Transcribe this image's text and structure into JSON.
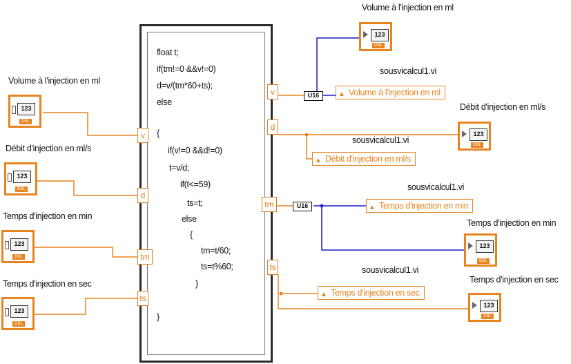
{
  "controls": [
    {
      "label": "Volume à l'injection en ml",
      "value": "123",
      "rep": "DBL",
      "terminal": "v"
    },
    {
      "label": "Débit d'injection en ml/s",
      "value": "123",
      "rep": "DBL",
      "terminal": "d"
    },
    {
      "label": "Temps d'injection en min",
      "value": "123",
      "rep": "DBL",
      "terminal": "tm"
    },
    {
      "label": "Temps d'injection en sec",
      "value": "123",
      "rep": "DBL",
      "terminal": "ts"
    }
  ],
  "formula_node": {
    "lines": [
      "float t;",
      "if(tm!=0 &&v!=0)",
      "d=v/(tm*60+ts);",
      "else",
      "{",
      "if(v!=0 &&d!=0)",
      "t=v/d;",
      "if(t<=59)",
      "ts=t;",
      "else",
      "{",
      "tm=t/60;",
      "ts=t%60;",
      "}",
      "}"
    ],
    "outputs": [
      "v",
      "d",
      "tm",
      "ts"
    ]
  },
  "indicators": [
    {
      "label": "Volume à l'injection en ml",
      "value": "123",
      "rep": "DBL"
    },
    {
      "label": "Débit d'injection en ml/s",
      "value": "123",
      "rep": "DBL"
    },
    {
      "label": "Temps d'injection en min",
      "value": "123",
      "rep": "DBL"
    },
    {
      "label": "Temps d'injection en sec",
      "value": "123",
      "rep": "DBL"
    }
  ],
  "local_variables": [
    {
      "vi": "sousvicalcul1.vi",
      "label": "Volume à l'injection en ml"
    },
    {
      "vi": "sousvicalcul1.vi",
      "label": "Débit d'injection en ml/s"
    },
    {
      "vi": "sousvicalcul1.vi",
      "label": "Temps d'injection en min"
    },
    {
      "vi": "sousvicalcul1.vi",
      "label": "Temps d'injection en sec"
    }
  ],
  "conversions": [
    "U16",
    "U16"
  ],
  "colors": {
    "float_wire": "#e8831e",
    "int_wire": "#1a1acc",
    "terminal": "#e07a1a"
  }
}
